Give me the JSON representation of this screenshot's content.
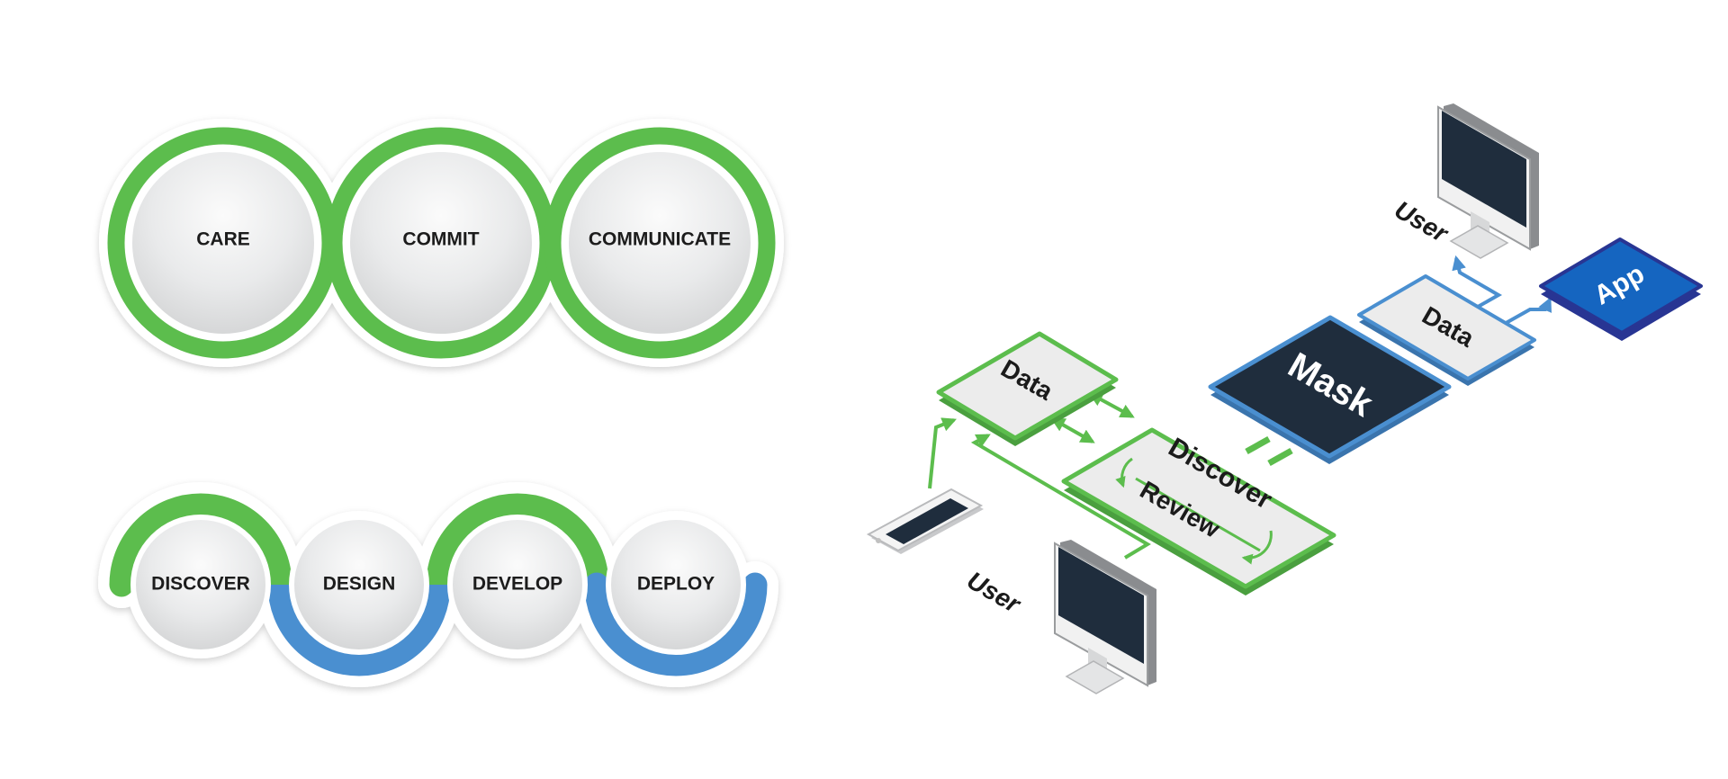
{
  "colors": {
    "green": "#5cbd4d",
    "blue": "#4a8fd0",
    "dark_navy": "#1f2d3d",
    "app_blue": "#1565c0",
    "app_border": "#283593",
    "circle_fill": "#e6e7e8",
    "box_fill": "#ececec"
  },
  "values_row": {
    "items": [
      "CARE",
      "COMMIT",
      "COMMUNICATE"
    ]
  },
  "process_row": {
    "items": [
      "DISCOVER",
      "DESIGN",
      "DEVELOP",
      "DEPLOY"
    ]
  },
  "flow_diagram": {
    "data_left": "Data",
    "discover": "Discover",
    "review": "Review",
    "mask": "Mask",
    "data_right": "Data",
    "app": "App",
    "user_bottom": "User",
    "user_top": "User",
    "icons": [
      "smartphone-icon",
      "desktop-monitor-icon"
    ]
  }
}
